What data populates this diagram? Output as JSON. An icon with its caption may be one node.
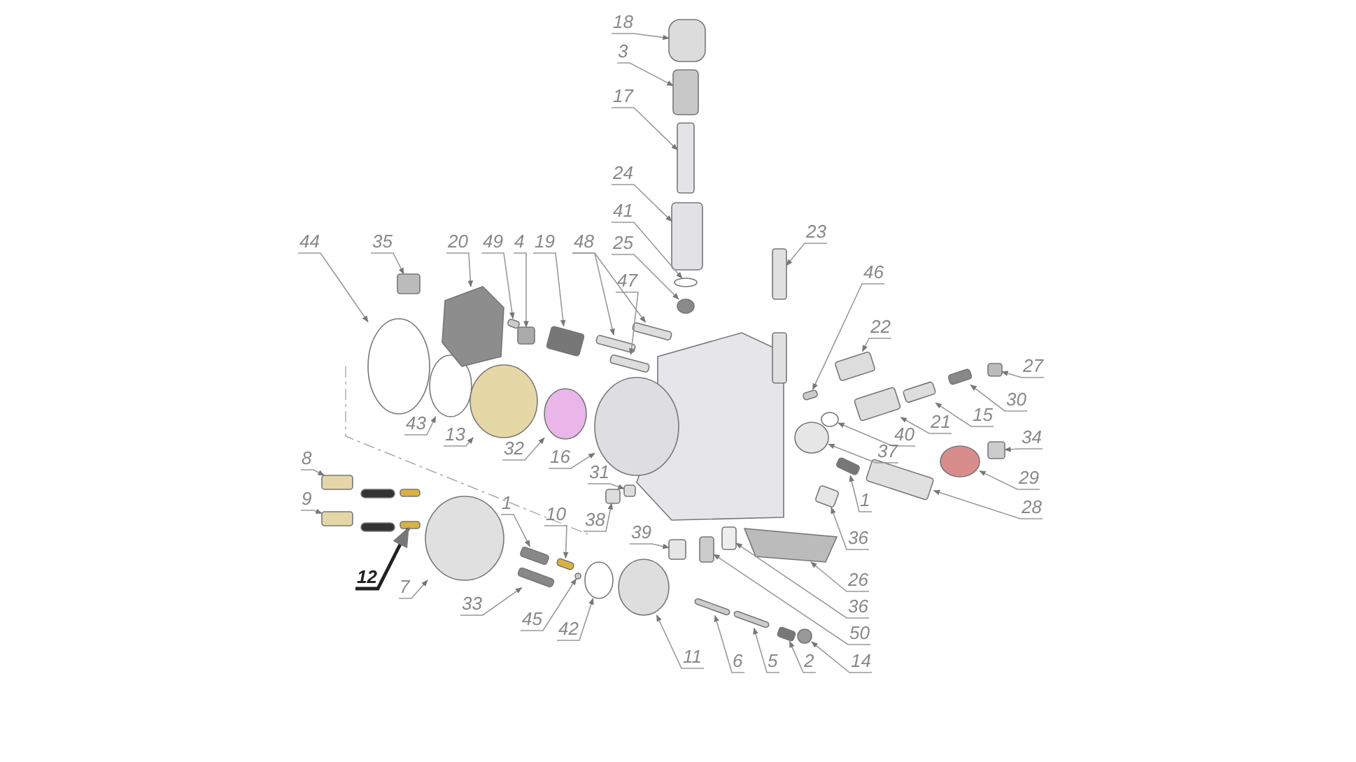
{
  "diagram": {
    "nodes": [
      {
        "text": [
          "18"
        ]
      },
      {
        "text": [
          "3"
        ]
      },
      {
        "text": [
          "17"
        ]
      },
      {
        "text": [
          "24"
        ]
      },
      {
        "text": [
          "41"
        ]
      },
      {
        "text": [
          "25"
        ]
      },
      {
        "text": [
          "47"
        ]
      },
      {
        "text": [
          "44"
        ]
      },
      {
        "text": [
          "35"
        ]
      },
      {
        "text": [
          "20"
        ]
      },
      {
        "text": [
          "49"
        ]
      },
      {
        "text": [
          "4"
        ]
      },
      {
        "text": [
          "19"
        ]
      },
      {
        "text": [
          "48"
        ]
      },
      {
        "text": [
          "23"
        ]
      },
      {
        "text": [
          "46"
        ]
      },
      {
        "text": [
          "22"
        ]
      },
      {
        "text": [
          "27"
        ]
      },
      {
        "text": [
          "30"
        ]
      },
      {
        "text": [
          "15"
        ]
      },
      {
        "text": [
          "21"
        ]
      },
      {
        "text": [
          "40"
        ]
      },
      {
        "text": [
          "37"
        ]
      },
      {
        "text": [
          "34"
        ]
      },
      {
        "text": [
          "29"
        ]
      },
      {
        "text": [
          "28"
        ]
      },
      {
        "text": [
          "1"
        ]
      },
      {
        "text": [
          "36"
        ]
      },
      {
        "text": [
          "26"
        ]
      },
      {
        "text": [
          "36"
        ]
      },
      {
        "text": [
          "50"
        ]
      },
      {
        "text": [
          "14"
        ]
      },
      {
        "text": [
          "2"
        ]
      },
      {
        "text": [
          "5"
        ]
      },
      {
        "text": [
          "6"
        ]
      },
      {
        "text": [
          "11"
        ]
      },
      {
        "text": [
          "42"
        ]
      },
      {
        "text": [
          "45"
        ]
      },
      {
        "text": [
          "33"
        ]
      },
      {
        "text": [
          "7"
        ]
      },
      {
        "text": [
          "12"
        ]
      },
      {
        "text": [
          "8"
        ]
      },
      {
        "text": [
          "9"
        ]
      },
      {
        "text": [
          "1"
        ]
      },
      {
        "text": [
          "10"
        ]
      },
      {
        "text": [
          "38"
        ]
      },
      {
        "text": [
          "31"
        ]
      },
      {
        "text": [
          "39"
        ]
      },
      {
        "text": [
          "16"
        ]
      },
      {
        "text": [
          "32"
        ]
      },
      {
        "text": [
          "13"
        ]
      },
      {
        "text": [
          "43"
        ]
      },
      {
        "text": [],
        "shape": "box"
      },
      {
        "text": [],
        "shape": "box"
      },
      {
        "text": [],
        "shape": "circle"
      },
      {
        "text": [],
        "shape": "box"
      },
      {
        "text": [],
        "shape": "box"
      },
      {
        "text": [],
        "shape": "circle"
      },
      {
        "text": [],
        "shape": "circle"
      },
      {
        "text": [],
        "shape": "box"
      },
      {
        "text": [],
        "shape": "circle"
      },
      {
        "text": [],
        "shape": "box"
      },
      {
        "text": [],
        "shape": "box"
      },
      {
        "text": [],
        "shape": "box"
      },
      {
        "text": [],
        "shape": "box"
      },
      {
        "text": [],
        "shape": "circle"
      },
      {
        "text": [],
        "shape": "box"
      },
      {
        "text": [],
        "shape": "box"
      },
      {
        "text": [],
        "shape": "circle"
      },
      {
        "text": [],
        "shape": "circle"
      },
      {
        "text": [],
        "shape": "circle"
      },
      {
        "text": [],
        "shape": "box"
      },
      {
        "text": [],
        "shape": "box"
      },
      {
        "text": [],
        "shape": "circle"
      },
      {
        "text": [],
        "shape": "box"
      },
      {
        "text": [],
        "shape": "box"
      },
      {
        "text": [],
        "shape": "box"
      },
      {
        "text": [],
        "shape": "box"
      },
      {
        "text": [],
        "shape": "box"
      },
      {
        "text": [],
        "shape": "box"
      },
      {
        "text": [],
        "shape": "box"
      },
      {
        "text": [],
        "shape": "circle"
      },
      {
        "text": [],
        "shape": "box"
      },
      {
        "text": [],
        "shape": "circle"
      },
      {
        "text": [],
        "shape": "box"
      },
      {
        "text": [],
        "shape": "box"
      },
      {
        "text": [],
        "shape": "box"
      },
      {
        "text": [],
        "shape": "box"
      },
      {
        "text": [],
        "shape": "box"
      },
      {
        "text": [],
        "shape": "box"
      },
      {
        "text": [],
        "shape": "box"
      },
      {
        "text": [],
        "shape": "circle"
      },
      {
        "text": [],
        "shape": "circle"
      },
      {
        "text": [],
        "shape": "box"
      },
      {
        "text": [],
        "shape": "box"
      },
      {
        "text": [],
        "shape": "circle"
      },
      {
        "text": [],
        "shape": "box"
      },
      {
        "text": [],
        "shape": "box"
      },
      {
        "text": [],
        "shape": "box"
      },
      {
        "text": [],
        "shape": "box"
      },
      {
        "text": [],
        "shape": "box"
      },
      {
        "text": [],
        "shape": "circle"
      },
      {
        "text": [],
        "shape": "box"
      },
      {
        "text": [],
        "shape": "box"
      },
      {
        "text": [],
        "shape": "box"
      },
      {
        "text": [],
        "shape": "box"
      },
      {
        "text": [],
        "shape": "box"
      },
      {
        "text": [],
        "shape": "box"
      },
      {
        "text": [],
        "shape": "box"
      },
      {
        "text": [],
        "shape": "box"
      }
    ],
    "edges": [
      {
        "from": 0,
        "to": 77,
        "arrow": "to"
      },
      {
        "from": 1,
        "to": 80,
        "arrow": "to"
      },
      {
        "from": 2,
        "to": 82,
        "arrow": "to"
      },
      {
        "from": 3,
        "to": 79,
        "arrow": "to"
      },
      {
        "from": 4,
        "to": 81,
        "arrow": "to"
      },
      {
        "from": 5,
        "to": 83,
        "arrow": "to"
      },
      {
        "from": 6,
        "to": 72,
        "arrow": "to"
      },
      {
        "from": 7,
        "to": 54,
        "arrow": "to"
      },
      {
        "from": 8,
        "to": 56,
        "arrow": "to"
      },
      {
        "from": 9,
        "to": 59,
        "arrow": "to"
      },
      {
        "from": 10,
        "to": 61,
        "arrow": "to"
      },
      {
        "from": 11,
        "to": 62,
        "arrow": "to"
      },
      {
        "from": 12,
        "to": 66,
        "arrow": "to"
      },
      {
        "from": 13,
        "to": 71,
        "arrow": "to"
      },
      {
        "from": 13,
        "to": 75,
        "arrow": "to"
      },
      {
        "from": 14,
        "to": 89,
        "arrow": "to"
      },
      {
        "from": 15,
        "to": 93,
        "arrow": "to"
      },
      {
        "from": 16,
        "to": 96,
        "arrow": "to"
      },
      {
        "from": 17,
        "to": 104,
        "arrow": "to"
      },
      {
        "from": 18,
        "to": 102,
        "arrow": "to"
      },
      {
        "from": 19,
        "to": 100,
        "arrow": "to"
      },
      {
        "from": 20,
        "to": 98,
        "arrow": "to"
      },
      {
        "from": 21,
        "to": 95,
        "arrow": "to"
      },
      {
        "from": 22,
        "to": 92,
        "arrow": "to"
      },
      {
        "from": 23,
        "to": 103,
        "arrow": "to"
      },
      {
        "from": 24,
        "to": 101,
        "arrow": "to"
      },
      {
        "from": 25,
        "to": 99,
        "arrow": "to"
      },
      {
        "from": 26,
        "to": 97,
        "arrow": "to"
      },
      {
        "from": 27,
        "to": 94,
        "arrow": "to"
      },
      {
        "from": 28,
        "to": 88,
        "arrow": "to"
      },
      {
        "from": 29,
        "to": 86,
        "arrow": "to"
      },
      {
        "from": 30,
        "to": 85,
        "arrow": "to"
      },
      {
        "from": 31,
        "to": 91,
        "arrow": "to"
      },
      {
        "from": 32,
        "to": 90,
        "arrow": "to"
      },
      {
        "from": 33,
        "to": 87,
        "arrow": "to"
      },
      {
        "from": 34,
        "to": 84,
        "arrow": "to"
      },
      {
        "from": 35,
        "to": 73,
        "arrow": "to"
      },
      {
        "from": 36,
        "to": 69,
        "arrow": "to"
      },
      {
        "from": 37,
        "to": 68,
        "arrow": "to"
      },
      {
        "from": 38,
        "to": 63,
        "arrow": "to"
      },
      {
        "from": 39,
        "to": 57,
        "arrow": "to"
      },
      {
        "from": 40,
        "to": 55,
        "arrow": "to",
        "style": "thick",
        "color": "#222222"
      },
      {
        "from": 41,
        "to": 52,
        "arrow": "to"
      },
      {
        "from": 42,
        "to": 53,
        "arrow": "to"
      },
      {
        "from": 43,
        "to": 64,
        "arrow": "to"
      },
      {
        "from": 44,
        "to": 67,
        "arrow": "to"
      },
      {
        "from": 45,
        "to": 74,
        "arrow": "to"
      },
      {
        "from": 46,
        "to": 76,
        "arrow": "to"
      },
      {
        "from": 47,
        "to": 78,
        "arrow": "to"
      },
      {
        "from": 48,
        "to": 70,
        "arrow": "to"
      },
      {
        "from": 49,
        "to": 65,
        "arrow": "to"
      },
      {
        "from": 50,
        "to": 60,
        "arrow": "to"
      },
      {
        "from": 51,
        "to": 58,
        "arrow": "to"
      }
    ]
  }
}
